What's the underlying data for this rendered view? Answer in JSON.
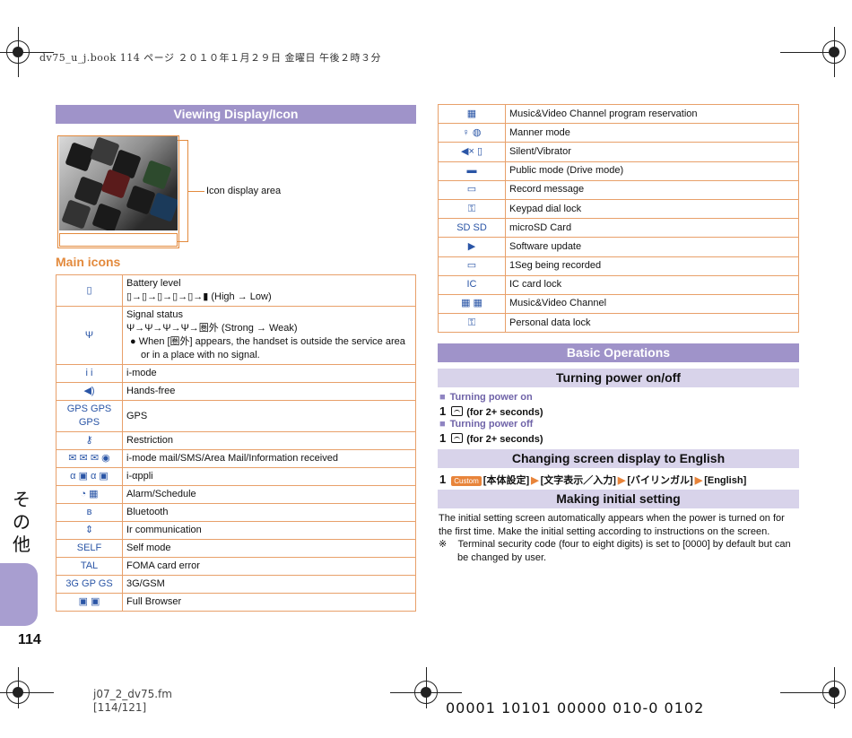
{
  "header": {
    "text": "dv75_u_j.book  114 ページ  ２０１０年１月２９日  金曜日  午後２時３分"
  },
  "footer": {
    "file": "j07_2_dv75.fm",
    "pages": "[114/121]",
    "code": "00001 10101 00000 010-0 0102"
  },
  "side": {
    "label": "その他",
    "page_number": "114"
  },
  "left": {
    "section_title": "Viewing Display/Icon",
    "icon_display_area_label": "Icon display area",
    "main_icons_heading": "Main icons",
    "rows": [
      {
        "icon": "▯",
        "icon_name": "battery-icon",
        "lines": [
          "Battery level",
          "▯→▯→▯→▯→▯→▮ (High → Low)"
        ]
      },
      {
        "icon": "Ψ",
        "icon_name": "signal-icon",
        "lines": [
          "Signal status",
          "Ψ→Ψ→Ψ→Ψ→圏外 (Strong → Weak)"
        ],
        "bullet": "When [圏外] appears, the handset is outside the service area or in a place with no signal."
      },
      {
        "icon": "i i",
        "icon_name": "imode-icon",
        "lines": [
          "i-mode"
        ]
      },
      {
        "icon": "◀)",
        "icon_name": "handsfree-icon",
        "lines": [
          "Hands-free"
        ]
      },
      {
        "icon": "GPS GPS GPS",
        "icon_name": "gps-icon",
        "lines": [
          "GPS"
        ]
      },
      {
        "icon": "⚷",
        "icon_name": "restriction-icon",
        "lines": [
          "Restriction"
        ]
      },
      {
        "icon": "✉ ✉ ✉ ◉",
        "icon_name": "mail-icon",
        "lines": [
          "i-mode mail/SMS/Area Mail/Information received"
        ]
      },
      {
        "icon": "α ▣ α ▣",
        "icon_name": "iappli-icon",
        "lines": [
          "i-αppli"
        ]
      },
      {
        "icon": "◔ ▦",
        "icon_name": "alarm-icon",
        "lines": [
          "Alarm/Schedule"
        ]
      },
      {
        "icon": "ʙ",
        "icon_name": "bluetooth-icon",
        "lines": [
          "Bluetooth"
        ]
      },
      {
        "icon": "⇕",
        "icon_name": "ir-icon",
        "lines": [
          "Ir communication"
        ]
      },
      {
        "icon": "SELF",
        "icon_name": "self-mode-icon",
        "lines": [
          "Self mode"
        ]
      },
      {
        "icon": "TAL",
        "icon_name": "foma-card-error-icon",
        "lines": [
          "FOMA card error"
        ]
      },
      {
        "icon": "3G GP GS",
        "icon_name": "3g-gsm-icon",
        "lines": [
          "3G/GSM"
        ]
      },
      {
        "icon": "▣ ▣",
        "icon_name": "full-browser-icon",
        "lines": [
          "Full Browser"
        ]
      }
    ]
  },
  "right": {
    "rows": [
      {
        "icon": "▦",
        "icon_name": "reservation-icon",
        "label": "Music&Video Channel program reservation"
      },
      {
        "icon": "♀ ◍",
        "icon_name": "manner-mode-icon",
        "label": "Manner mode"
      },
      {
        "icon": "◀× ▯",
        "icon_name": "silent-icon",
        "label": "Silent/Vibrator"
      },
      {
        "icon": "▬",
        "icon_name": "public-mode-icon",
        "label": "Public mode (Drive mode)"
      },
      {
        "icon": "▭",
        "icon_name": "record-message-icon",
        "label": "Record message"
      },
      {
        "icon": "⚿",
        "icon_name": "keypad-lock-icon",
        "label": "Keypad dial lock"
      },
      {
        "icon": "SD SD",
        "icon_name": "microsd-icon",
        "label": "microSD Card"
      },
      {
        "icon": "▶",
        "icon_name": "software-update-icon",
        "label": "Software update"
      },
      {
        "icon": "▭",
        "icon_name": "oneseg-record-icon",
        "label": "1Seg being recorded"
      },
      {
        "icon": "IC",
        "icon_name": "ic-card-lock-icon",
        "label": "IC card lock"
      },
      {
        "icon": "▦ ▦",
        "icon_name": "music-channel-icon",
        "label": "Music&Video Channel"
      },
      {
        "icon": "⚿",
        "icon_name": "personal-data-lock-icon",
        "label": "Personal data lock"
      }
    ],
    "basic_ops_title": "Basic Operations",
    "turning_power_title": "Turning power on/off",
    "power_on_label": "Turning power on",
    "power_off_label": "Turning power off",
    "step_number": "1",
    "step_text": "(for 2+ seconds)",
    "english_title": "Changing screen display to English",
    "custom_badge": "Custom",
    "menu_path": [
      "[本体設定]",
      "[文字表示／入力]",
      "[バイリンガル]",
      "[English]"
    ],
    "initial_title": "Making initial setting",
    "initial_para": "The initial setting screen automatically appears when the power is turned on for the first time. Make the initial setting according to instructions on the screen.",
    "note_mark": "※",
    "note_text": "Terminal security code (four to eight digits) is set to [0000] by default but can be changed by user."
  },
  "colors": {
    "section": "#9f93c9",
    "subsection": "#d8d3ea",
    "accent": "#e38a3d",
    "table_border": "#e8a06a"
  }
}
